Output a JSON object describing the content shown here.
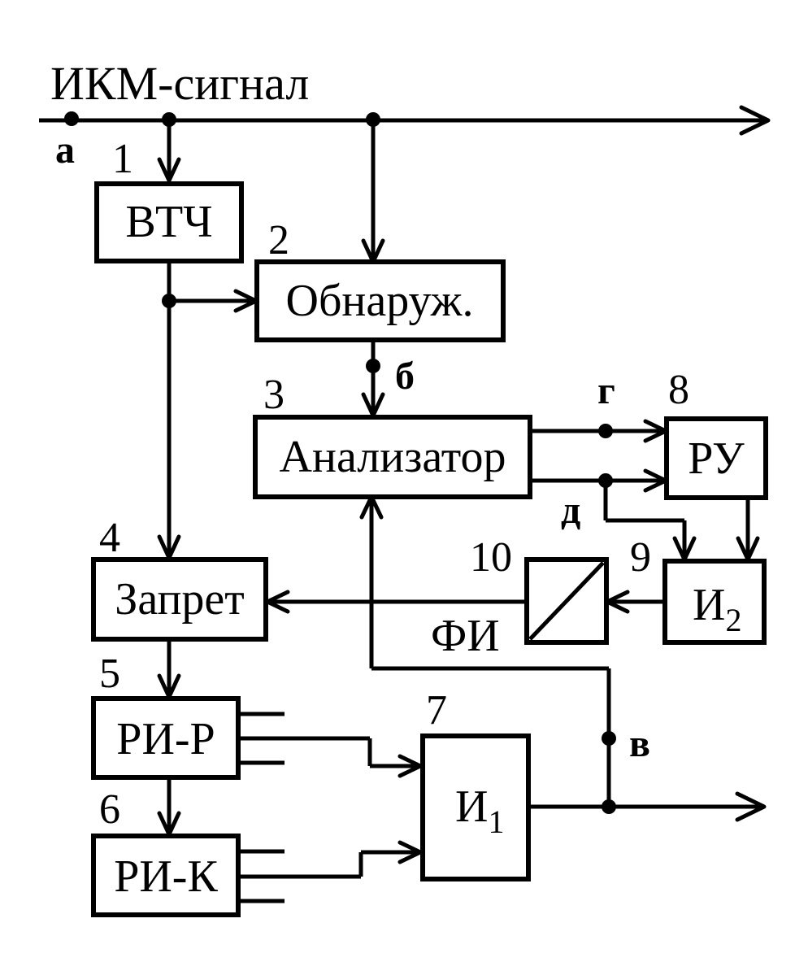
{
  "signal_label": "ИКМ-сигнал",
  "blocks": {
    "vtch": {
      "number": "1",
      "label": "ВТЧ"
    },
    "obnaruzh": {
      "number": "2",
      "label": "Обнаруж."
    },
    "analizator": {
      "number": "3",
      "label": "Анализатор"
    },
    "zapret": {
      "number": "4",
      "label": "Запрет"
    },
    "ri_r": {
      "number": "5",
      "label": "РИ-Р"
    },
    "ri_k": {
      "number": "6",
      "label": "РИ-К"
    },
    "i1": {
      "number": "7",
      "label": "И",
      "subscript": "1"
    },
    "ru": {
      "number": "8",
      "label": "РУ"
    },
    "i2": {
      "number": "9",
      "label": "И",
      "subscript": "2"
    },
    "fi": {
      "number": "10",
      "label": "ФИ"
    }
  },
  "points": {
    "a": "а",
    "b": "б",
    "v": "в",
    "g": "г",
    "d": "д"
  }
}
